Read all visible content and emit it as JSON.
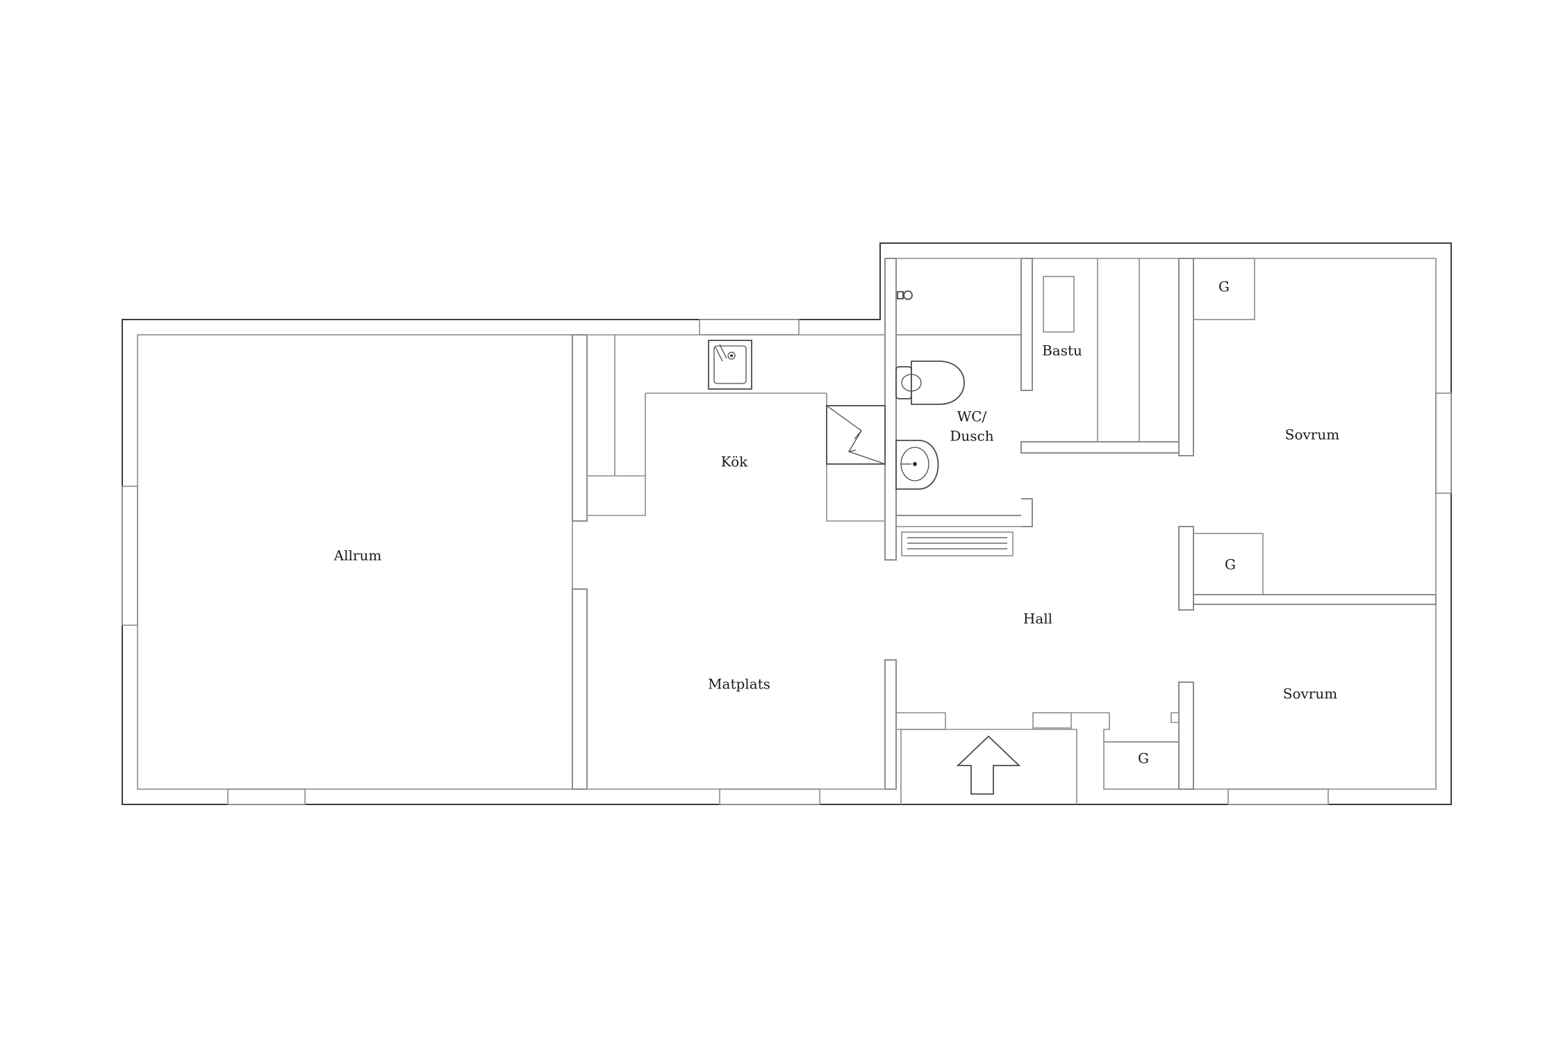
{
  "floorplan": {
    "rooms": {
      "allrum": "Allrum",
      "kok": "Kök",
      "matplats": "Matplats",
      "wc_line1": "WC/",
      "wc_line2": "Dusch",
      "bastu": "Bastu",
      "hall": "Hall",
      "sovrum_upper": "Sovrum",
      "sovrum_lower": "Sovrum"
    },
    "closets": {
      "upper_right": "G",
      "middle_right": "G",
      "lower": "G"
    }
  }
}
